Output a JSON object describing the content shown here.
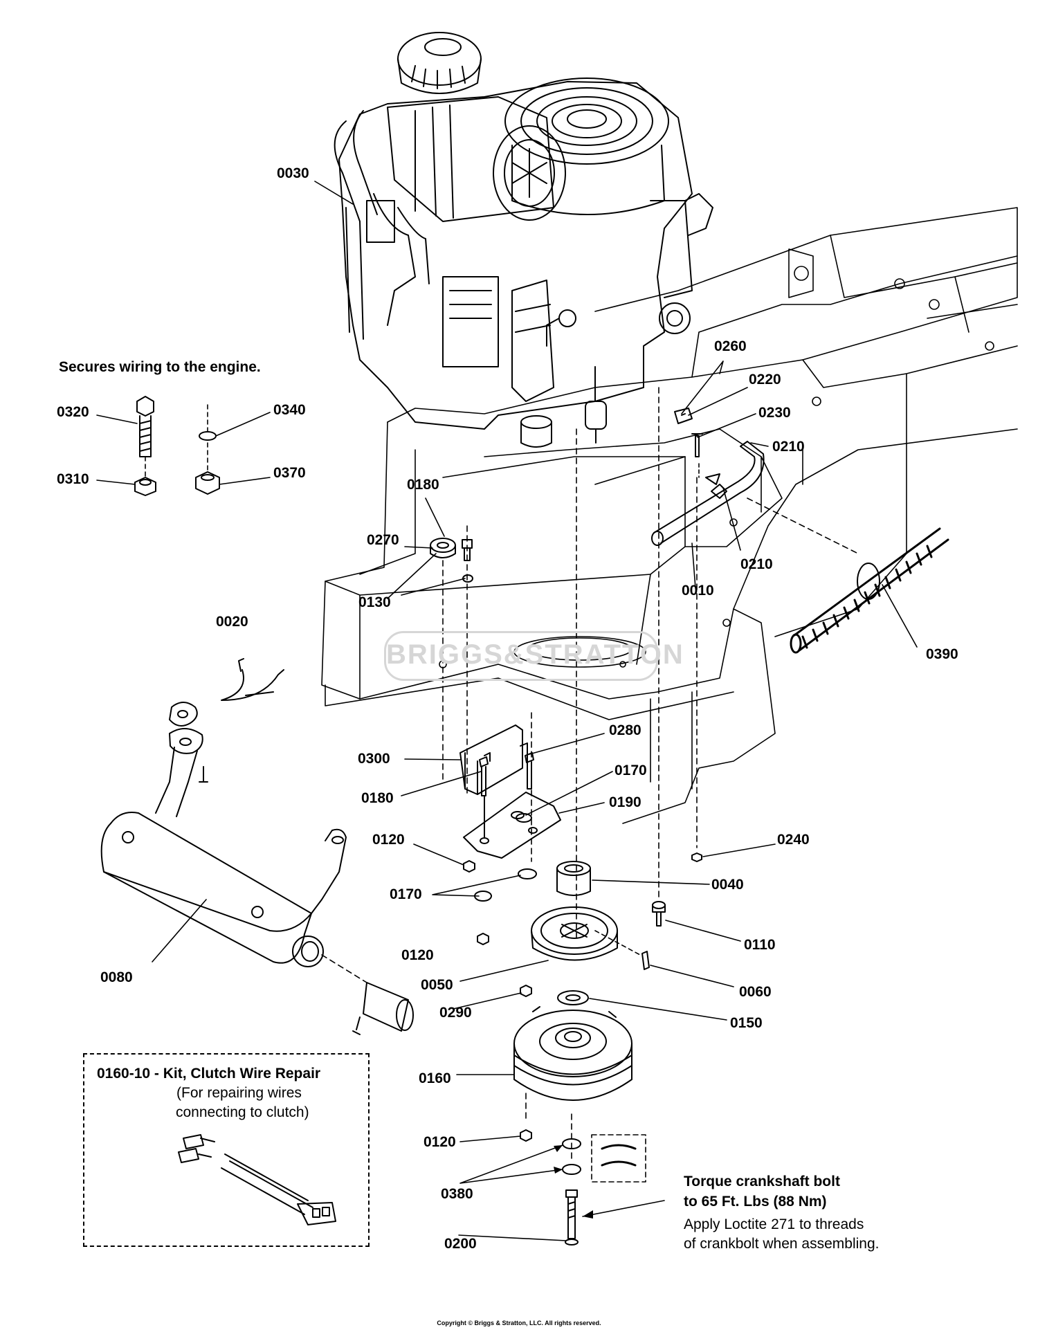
{
  "notes": {
    "wiring": "Secures wiring to the engine.",
    "torque_line1": "Torque crankshaft bolt",
    "torque_line2": "to 65 Ft. Lbs (88 Nm)",
    "loctite_line1": "Apply Loctite 271 to threads",
    "loctite_line2": "of crankbolt when assembling."
  },
  "kit": {
    "title": "0160-10 - Kit, Clutch Wire Repair",
    "line1": "(For repairing wires",
    "line2": "connecting to clutch)"
  },
  "watermark": "BRIGGS&STRATTON",
  "copyright": "Copyright © Briggs & Stratton, LLC. All rights reserved.",
  "callouts": {
    "c0030": "0030",
    "c0320": "0320",
    "c0340": "0340",
    "c0310": "0310",
    "c0370": "0370",
    "c0260": "0260",
    "c0220": "0220",
    "c0230": "0230",
    "c0210a": "0210",
    "c0210b": "0210",
    "c0010": "0010",
    "c0390": "0390",
    "c0180a": "0180",
    "c0270": "0270",
    "c0130": "0130",
    "c0020": "0020",
    "c0300": "0300",
    "c0180b": "0180",
    "c0280": "0280",
    "c0170a": "0170",
    "c0190": "0190",
    "c0120a": "0120",
    "c0240": "0240",
    "c0170b": "0170",
    "c0040": "0040",
    "c0120b": "0120",
    "c0110": "0110",
    "c0080": "0080",
    "c0050": "0050",
    "c0060": "0060",
    "c0290": "0290",
    "c0150": "0150",
    "c0160": "0160",
    "c0120c": "0120",
    "c0380": "0380",
    "c0200": "0200"
  }
}
